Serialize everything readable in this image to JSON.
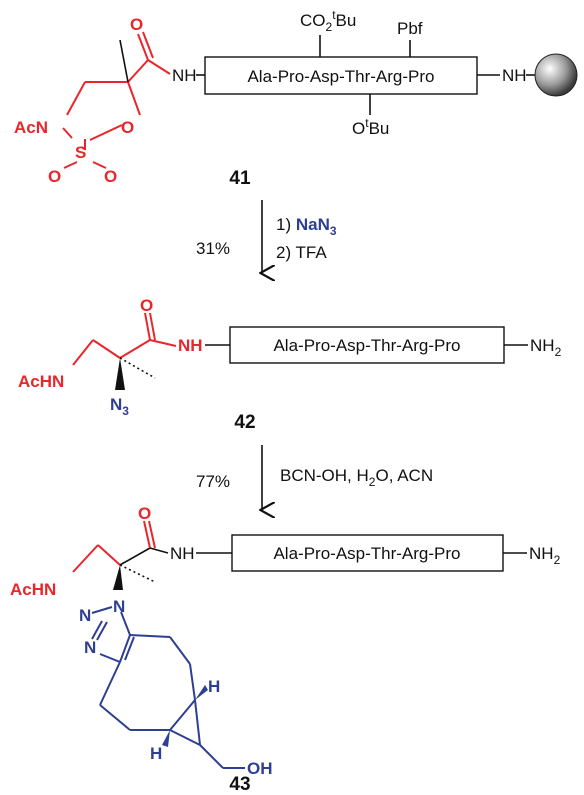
{
  "compounds": [
    {
      "number": "41",
      "peptide": "Ala-Pro-Asp-Thr-Arg-Pro",
      "amide": "NH",
      "resin_link": "NH",
      "protecting_top_1": "CO2tBu",
      "protecting_top_2": "Pbf",
      "protecting_bottom": "OtBu",
      "ring_atoms": {
        "carbonyl_o": "O",
        "acn": "AcN",
        "s": "S",
        "ring_o": "O",
        "so2_o1": "O",
        "so2_o2": "O"
      }
    },
    {
      "number": "42",
      "peptide": "Ala-Pro-Asp-Thr-Arg-Pro",
      "amide": "NH",
      "terminus": "NH2",
      "side_chain": "AcHN",
      "azide": "N3",
      "carbonyl_o": "O"
    },
    {
      "number": "43",
      "peptide": "Ala-Pro-Asp-Thr-Arg-Pro",
      "amide": "NH",
      "terminus": "NH2",
      "side_chain": "AcHN",
      "carbonyl_o": "O",
      "triazole": [
        "N",
        "N",
        "N"
      ],
      "h_labels": [
        "H",
        "H"
      ],
      "alcohol": "OH"
    }
  ],
  "steps": [
    {
      "yield": "31%",
      "conditions": [
        "1) NaN3",
        "2) TFA"
      ]
    },
    {
      "yield": "77%",
      "conditions": [
        "BCN-OH, H2O, ACN"
      ]
    }
  ],
  "colors": {
    "red": "#e8262b",
    "blue": "#2e3f92",
    "black": "#111111"
  }
}
